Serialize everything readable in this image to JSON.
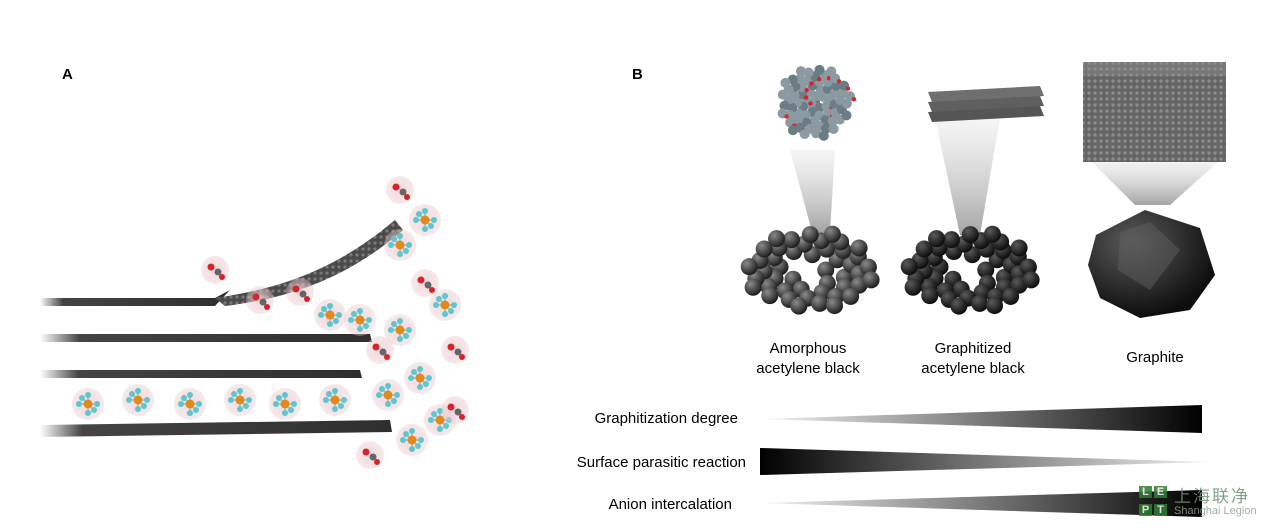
{
  "panels": {
    "a": {
      "letter": "A"
    },
    "b": {
      "letter": "B",
      "materials": [
        {
          "label": "Amorphous\nacetylene black"
        },
        {
          "label": "Graphitized\nacetylene black"
        },
        {
          "label": "Graphite"
        }
      ],
      "trends": [
        {
          "label": "Graphitization degree",
          "direction": "increasing"
        },
        {
          "label": "Surface parasitic reaction",
          "direction": "decreasing"
        },
        {
          "label": "Anion intercalation",
          "direction": "increasing"
        }
      ]
    }
  },
  "watermark": {
    "letters": [
      "L",
      "E",
      "P",
      "T"
    ],
    "chinese": "上海联净",
    "english": "Shanghai Legion"
  },
  "colors": {
    "wedge": "#000000",
    "graphite": "#3a3a3a",
    "anion_core": "#e08a1e",
    "anion_ligand": "#5fc6cf",
    "solvent_red": "#d8232a",
    "logo_green": "#2f7d32"
  }
}
